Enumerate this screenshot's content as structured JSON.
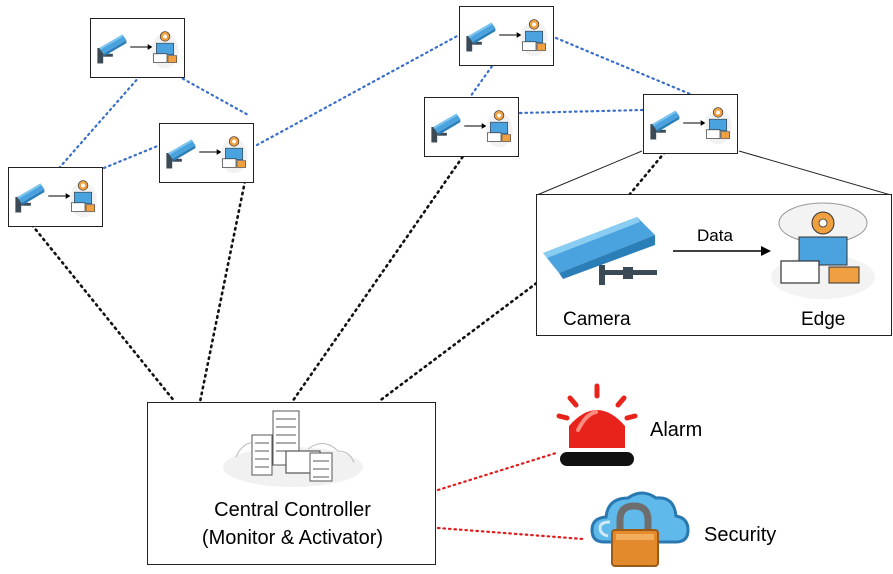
{
  "diagram": {
    "detail": {
      "camera_label": "Camera",
      "edge_label": "Edge",
      "data_label": "Data"
    },
    "controller": {
      "line1": "Central Controller",
      "line2": "(Monitor & Activator)"
    },
    "outputs": {
      "alarm_label": "Alarm",
      "security_label": "Security"
    },
    "node_count": 6,
    "colors": {
      "camera": "#4aa3df",
      "camera_dark": "#2b7fb8",
      "mesh_link": "#3a6fc9",
      "controller_link": "#111111",
      "alert_link": "#e11b1b",
      "alarm_red": "#e8231b",
      "edge_orange": "#f0a040",
      "lock_orange": "#e38a2c"
    }
  }
}
